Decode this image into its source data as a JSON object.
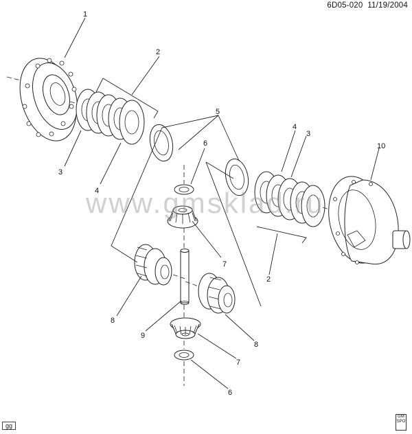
{
  "header": {
    "drawing_id": "6D05-020",
    "date": "11/19/2004"
  },
  "watermark": "www.gmsklad.ru",
  "footer": {
    "tag": "gg",
    "logo_text": "GM SPO"
  },
  "callouts": [
    "1",
    "2",
    "2",
    "3",
    "3",
    "4",
    "4",
    "5",
    "6",
    "6",
    "7",
    "7",
    "8",
    "8",
    "9",
    "10"
  ]
}
